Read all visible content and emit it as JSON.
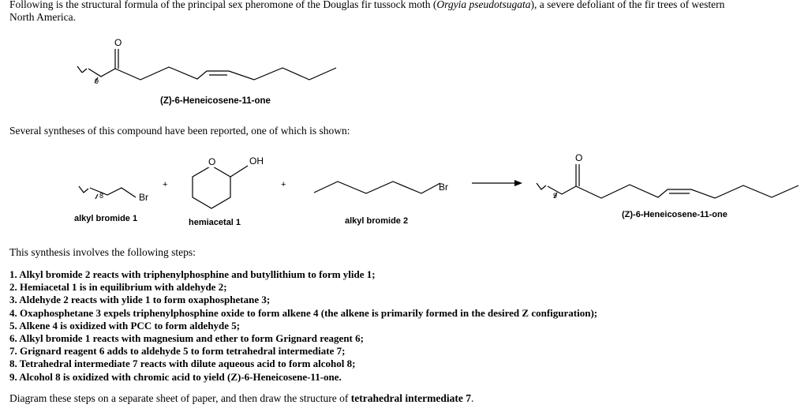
{
  "intro": {
    "text_before": "Following is the structural formula of the principal sex pheromone of the Douglas fir tussock moth (",
    "species": "Orgyia pseudotsugata",
    "text_after": "), a severe defoliant of the fir trees of western",
    "line2": "North America."
  },
  "target_compound": {
    "name": "(Z)-6-Heneicosene-11-one",
    "oxygen_label": "O",
    "repeat_subscript": "9"
  },
  "syntheses_text": "Several syntheses of this compound have been reported, one of which is shown:",
  "reaction": {
    "alkyl_bromide_1": {
      "label": "alkyl bromide 1",
      "br": "Br",
      "subscript": "8"
    },
    "hemiacetal_1": {
      "label": "hemiacetal 1",
      "oxygen": "O",
      "oh": "OH"
    },
    "alkyl_bromide_2": {
      "label": "alkyl bromide 2",
      "br": "Br"
    },
    "product": {
      "label": "(Z)-6-Heneicosene-11-one",
      "oxygen": "O",
      "subscript": "9"
    },
    "plus_sign": "+"
  },
  "steps_intro": "This synthesis involves the following steps:",
  "steps": [
    "1. Alkyl bromide 2 reacts with triphenylphosphine and butyllithium to form ylide 1;",
    "2. Hemiacetal 1 is in equilibrium with aldehyde 2;",
    "3. Aldehyde 2 reacts with ylide 1 to form oxaphosphetane 3;",
    "4. Oxaphosphetane 3 expels triphenylphosphine oxide to form alkene 4 (the alkene is primarily formed in the desired Z configuration);",
    "5. Alkene 4 is oxidized with PCC to form aldehyde 5;",
    "6. Alkyl bromide 1 reacts with magnesium and ether to form Grignard reagent 6;",
    "7. Grignard reagent 6 adds to aldehyde 5 to form tetrahedral intermediate 7;",
    "8. Tetrahedral intermediate 7 reacts with dilute aqueous acid to form alcohol 8;",
    "9. Alcohol 8 is oxidized with chromic acid to yield (Z)-6-Heneicosene-11-one."
  ],
  "final_instruction": {
    "text_before": "Diagram these steps on a separate sheet of paper, and then draw the structure of ",
    "emphasis": "tetrahedral intermediate 7",
    "text_after": "."
  }
}
